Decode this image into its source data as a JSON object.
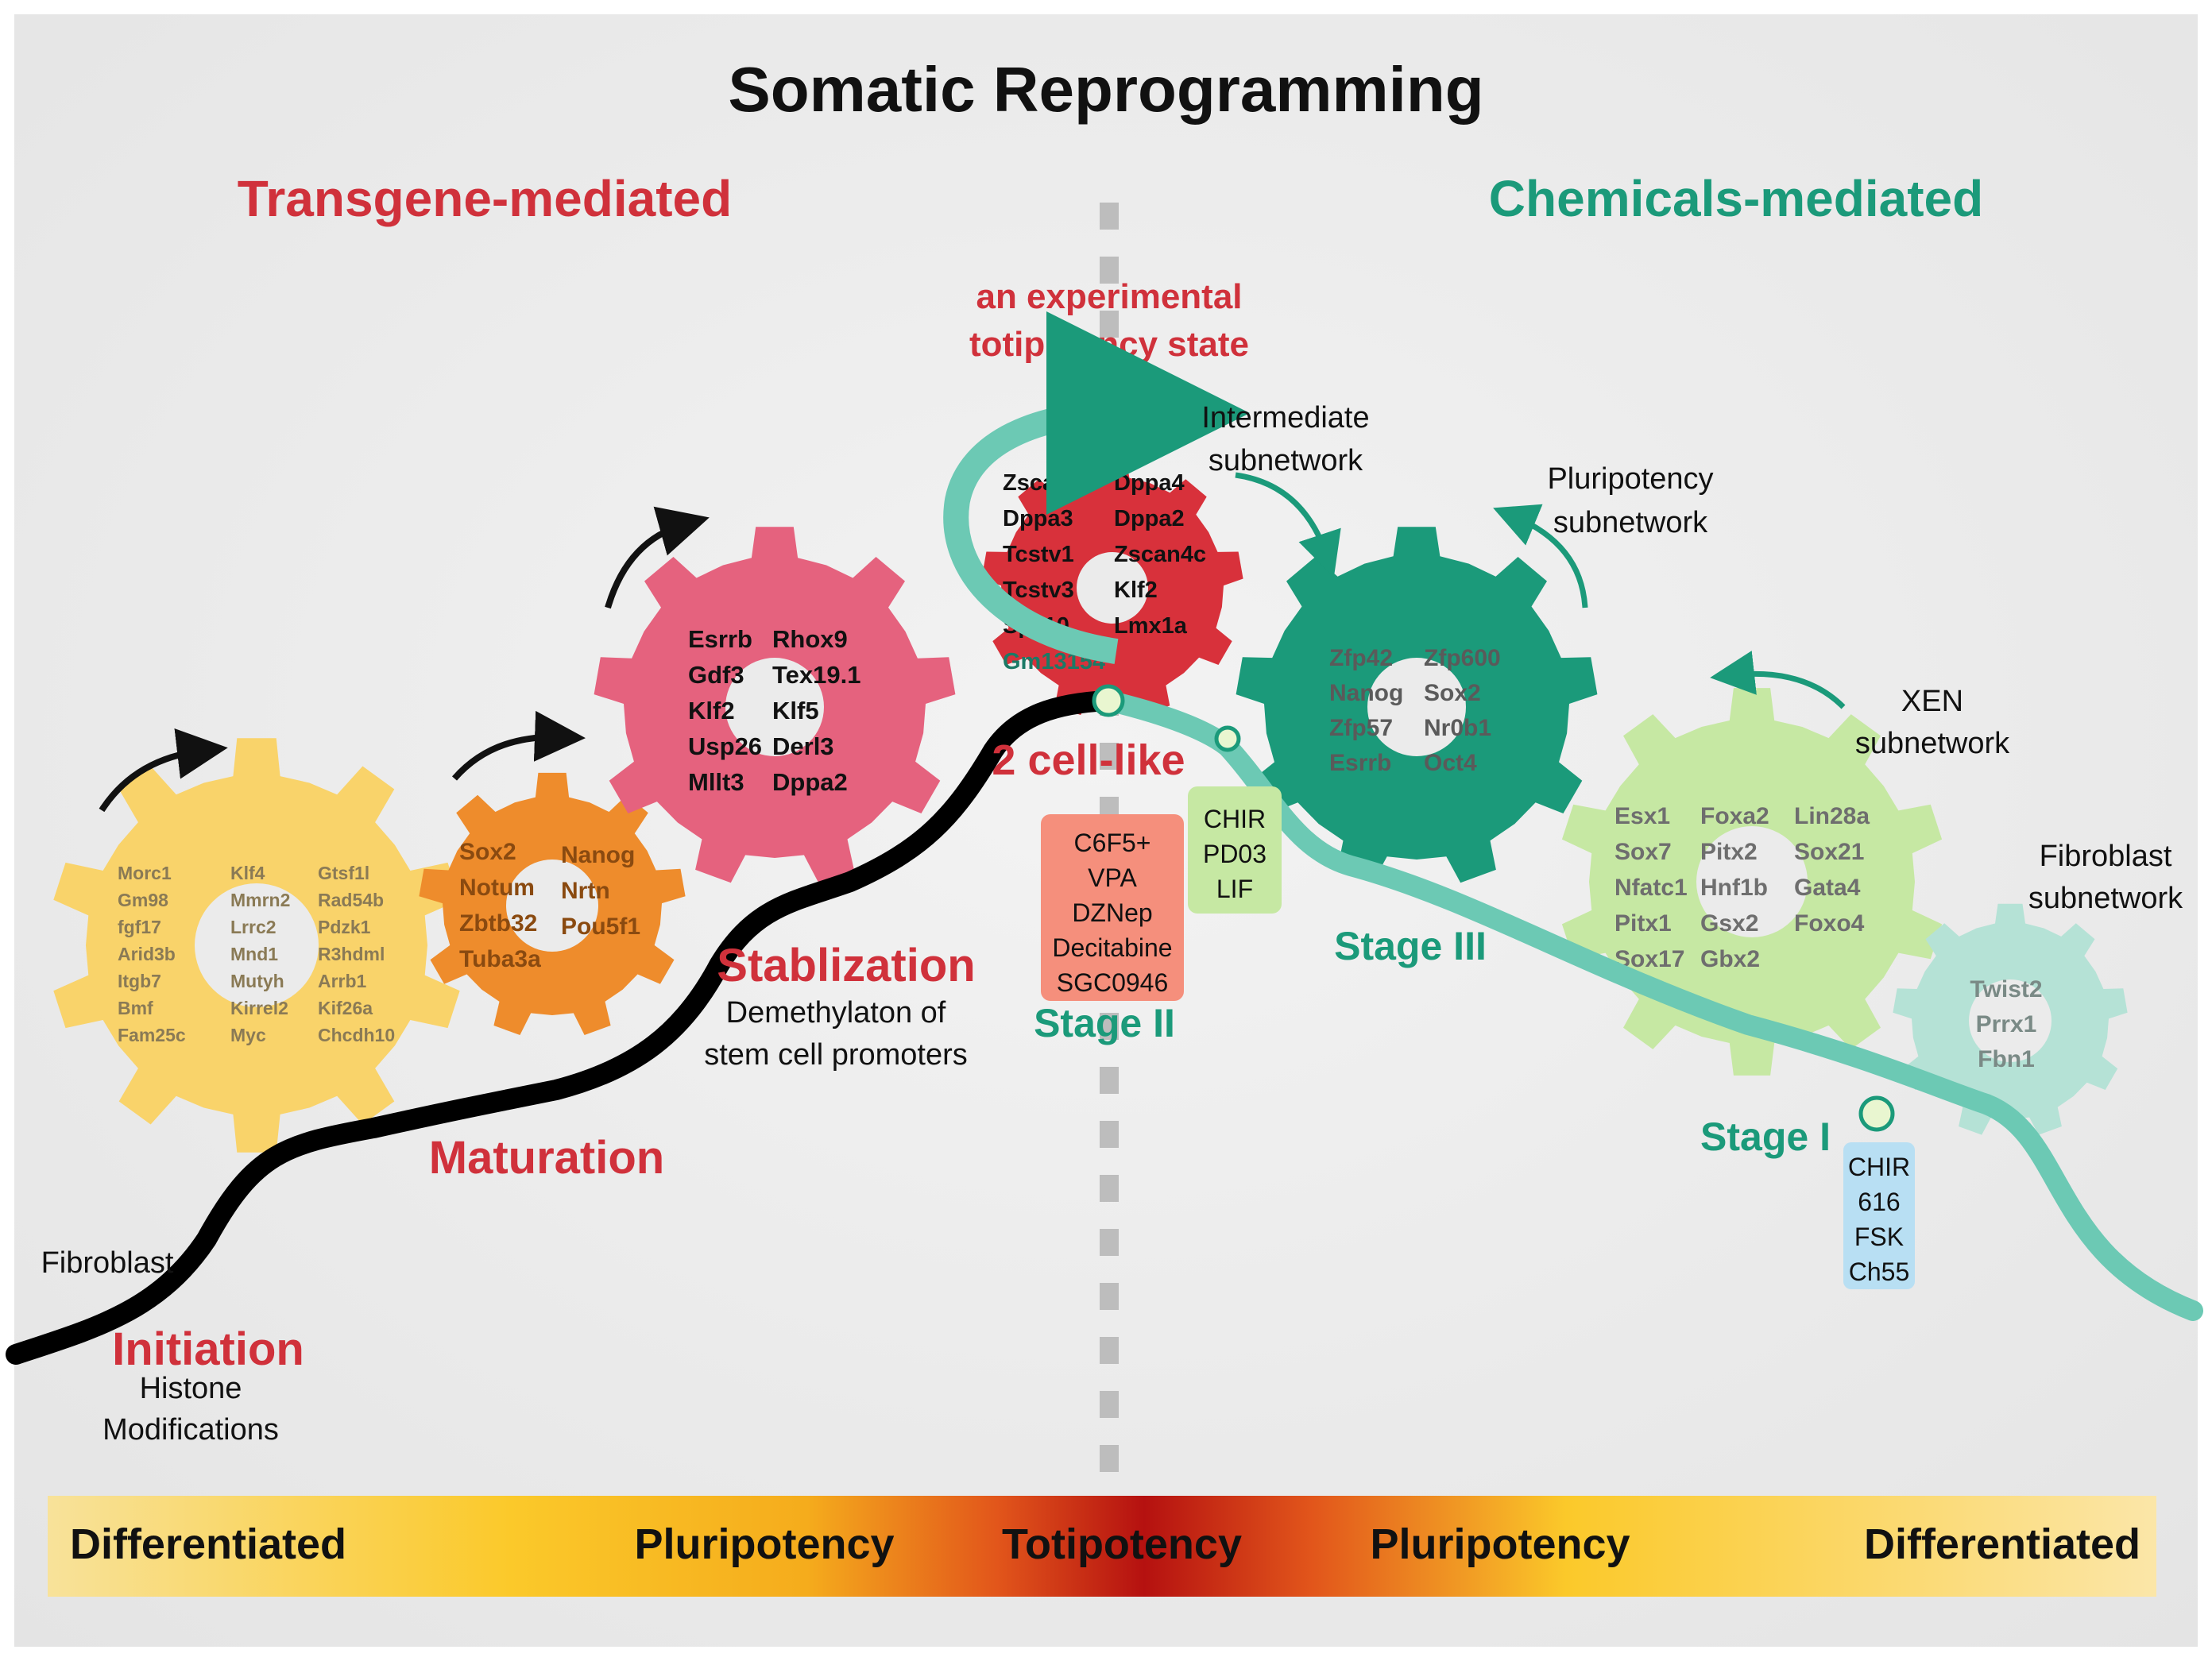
{
  "title": "Somatic Reprogramming",
  "left_heading": "Transgene-mediated",
  "right_heading": "Chemicals-mediated",
  "totipotency_caption": [
    "an experimental",
    "totipotency state"
  ],
  "bottom_bar": {
    "labels": [
      "Differentiated",
      "Pluripotency",
      "Totipotency",
      "Pluripotency",
      "Differentiated"
    ]
  },
  "stages_transgene": {
    "initiation": {
      "name": "Initiation",
      "desc": [
        "Histone",
        "Modifications"
      ]
    },
    "maturation": {
      "name": "Maturation"
    },
    "stabilization": {
      "name": "Stablization",
      "desc": [
        "Demethylaton of",
        "stem cell promoters"
      ]
    },
    "fibroblast": "Fibroblast",
    "two_cell": "2 cell-like"
  },
  "stages_chemical": {
    "stage1": "Stage I",
    "stage2": "Stage II",
    "stage3": "Stage III"
  },
  "subnetwork_labels": {
    "intermediate": [
      "Intermediate",
      "subnetwork"
    ],
    "pluripotency": [
      "Pluripotency",
      "subnetwork"
    ],
    "xen": [
      "XEN",
      "subnetwork"
    ],
    "fibroblast": [
      "Fibroblast",
      "subnetwork"
    ]
  },
  "chemical_boxes": {
    "stage1": [
      "CHIR",
      "616",
      "FSK",
      "Ch55"
    ],
    "stage2": [
      "C6F5+",
      "VPA",
      "DZNep",
      "Decitabine",
      "SGC0946"
    ],
    "stage3": [
      "CHIR",
      "PD03",
      "LIF"
    ]
  },
  "gears": {
    "initiation": {
      "color": "#f9d36a",
      "col1": [
        "Morc1",
        "Gm98",
        "fgf17",
        "Arid3b",
        "Itgb7",
        "Bmf",
        "Fam25c"
      ],
      "col2": [
        "Klf4",
        "Mmrn2",
        "Lrrc2",
        "Mnd1",
        "Mutyh",
        "Kirrel2",
        "Myc"
      ],
      "col3": [
        "Gtsf1l",
        "Rad54b",
        "Pdzk1",
        "R3hdml",
        "Arrb1",
        "Kif26a",
        "Chcdh10"
      ]
    },
    "maturation": {
      "color": "#ee8c2c",
      "col1": [
        "Sox2",
        "Notum",
        "Zbtb32",
        "Tuba3a"
      ],
      "col2": [
        "Nanog",
        "Nrtn",
        "Pou5f1"
      ]
    },
    "stabilization": {
      "color": "#e5627e",
      "col1": [
        "Esrrb",
        "Gdf3",
        "Klf2",
        "Usp26",
        "Mllt3"
      ],
      "col2": [
        "Rhox9",
        "Tex19.1",
        "Klf5",
        "Derl3",
        "Dppa2"
      ]
    },
    "totipotency": {
      "color": "#d8313b",
      "col1": [
        "Zscan4f",
        "Dppa3",
        "Tcstv1",
        "Tcstv3",
        "Sp110",
        "Gm13154"
      ],
      "col2": [
        "Dppa4",
        "Dppa2",
        "Zscan4c",
        "Klf2",
        "Lmx1a"
      ]
    },
    "pluripotency": {
      "color": "#1b9a7a",
      "col1": [
        "Zfp42",
        "Nanog",
        "Zfp57",
        "Esrrb"
      ],
      "col2": [
        "Zfp600",
        "Sox2",
        "Nr0b1",
        "Oct4"
      ]
    },
    "xen": {
      "color": "#c6e8a3",
      "col1": [
        "Esx1",
        "Sox7",
        "Nfatc1",
        "Pitx1",
        "Sox17"
      ],
      "col2": [
        "Foxa2",
        "Pitx2",
        "Hnf1b",
        "Gsx2",
        "Gbx2"
      ],
      "col3": [
        "Lin28a",
        "Sox21",
        "Gata4",
        "Foxo4"
      ]
    },
    "fibroblast": {
      "color": "#b5e2d6",
      "col1": [
        "Twist2",
        "Prrx1",
        "Fbn1"
      ]
    }
  },
  "colors": {
    "red_text": "#d0313b",
    "teal_text": "#1b9a7a",
    "black_path": "#000000",
    "teal_path": "#6cc9b4",
    "stage2_box": "#f58f7c",
    "stage3_box": "#c6e8a3",
    "stage1_box": "#b8dff3"
  }
}
